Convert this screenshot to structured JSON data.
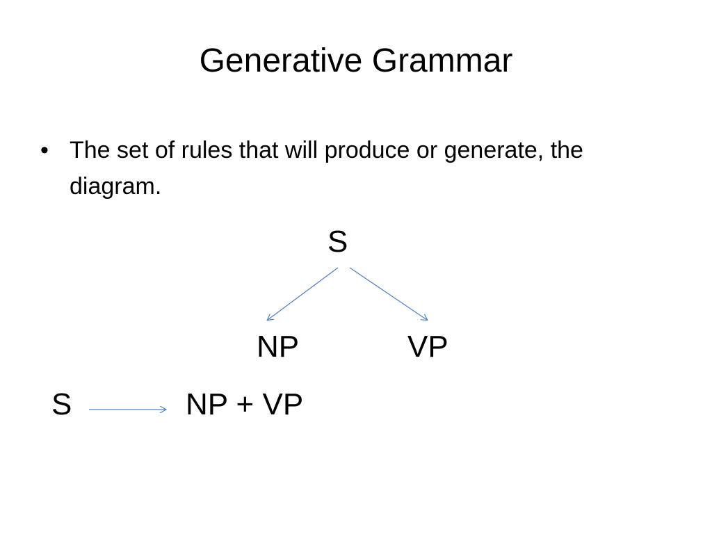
{
  "slide": {
    "title": "Generative Grammar",
    "bullet": "•",
    "body": "The set of rules that will produce or generate, the diagram."
  },
  "tree": {
    "root": "S",
    "left_child": "NP",
    "right_child": "VP"
  },
  "rule": {
    "lhs": "S",
    "rhs": "NP + VP"
  },
  "colors": {
    "arrow": "#4f81bd",
    "text": "#000000"
  }
}
